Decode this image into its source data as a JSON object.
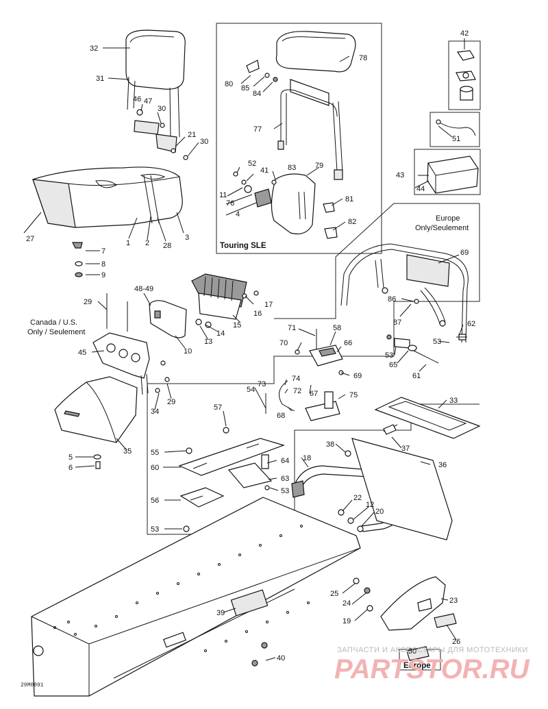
{
  "sections": {
    "touring": "Touring SLE",
    "europe_rack": [
      "Europe",
      "Only/Seulement"
    ],
    "canada_us": [
      "Canada / U.S.",
      "Only / Seulement"
    ],
    "europe_bottom": "Europe"
  },
  "figure_code": "29M0891",
  "watermark": {
    "text": "ЗАПЧАСТИ И АКСЕССУАРЫ ДЛЯ МОТОТЕХНИКИ",
    "logo": "PARTSTOR.RU"
  },
  "callouts": {
    "c1": "1",
    "c2": "2",
    "c3": "3",
    "c4": "4",
    "c5": "5",
    "c6": "6",
    "c7": "7",
    "c8": "8",
    "c9": "9",
    "c10": "10",
    "c11": "11",
    "c12": "12",
    "c13": "13",
    "c14": "14",
    "c15": "15",
    "c16": "16",
    "c17": "17",
    "c18": "18",
    "c19": "19",
    "c20": "20",
    "c21": "21",
    "c22": "22",
    "c23": "23",
    "c24": "24",
    "c25": "25",
    "c26": "26",
    "c27": "27",
    "c28": "28",
    "c29a": "29",
    "c29b": "29",
    "c30a": "30",
    "c30b": "30",
    "c31": "31",
    "c32": "32",
    "c33": "33",
    "c34": "34",
    "c35": "35",
    "c36": "36",
    "c37": "37",
    "c38": "38",
    "c39": "39",
    "c40": "40",
    "c41": "41",
    "c42": "42",
    "c43": "43",
    "c44": "44",
    "c45": "45",
    "c46": "46",
    "c47": "47",
    "c4849": "48-49",
    "c50": "50",
    "c51": "51",
    "c52": "52",
    "c53a": "53",
    "c53b": "53",
    "c53c": "53",
    "c53d": "53",
    "c54": "54",
    "c55": "55",
    "c56": "56",
    "c57": "57",
    "c58": "58",
    "c60": "60",
    "c61": "61",
    "c62": "62",
    "c63": "63",
    "c64": "64",
    "c65": "65",
    "c66": "66",
    "c67": "67",
    "c68": "68",
    "c69": "69",
    "c69b": "69",
    "c70": "70",
    "c71": "71",
    "c72": "72",
    "c73": "73",
    "c74": "74",
    "c75": "75",
    "c76": "76",
    "c77": "77",
    "c78": "78",
    "c79": "79",
    "c80": "80",
    "c81": "81",
    "c82": "82",
    "c83": "83",
    "c84": "84",
    "c85": "85",
    "c86": "86",
    "c87": "87"
  }
}
